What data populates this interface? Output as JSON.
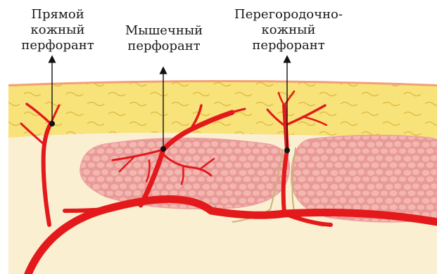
{
  "labels": {
    "direct": [
      "Прямой",
      "кожный",
      "перфорант"
    ],
    "muscle": [
      "Мышечный",
      "перфорант"
    ],
    "septo": [
      "Перегородочно-",
      "кожный",
      "перфорант"
    ]
  },
  "colors": {
    "fat": "#f8e27a",
    "fat_wave": "#d9b43a",
    "skin_edge": "#f2a07a",
    "deep_tissue": "#fbefd2",
    "muscle": "#e89a98",
    "muscle_cell": "#f4b7b0",
    "vessel": "#e3191b",
    "septum": "#c9b27a",
    "arrow": "#111111"
  }
}
